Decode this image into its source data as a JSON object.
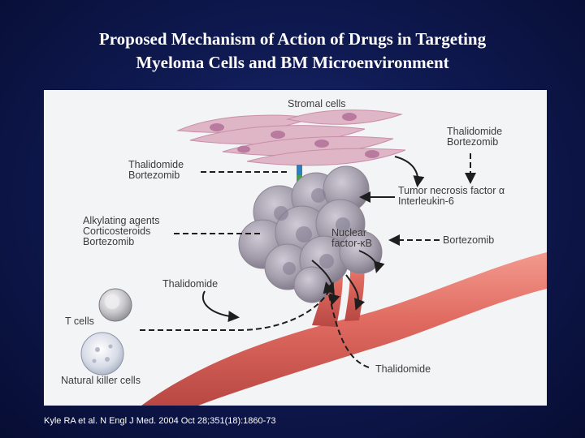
{
  "slide": {
    "title_lines": [
      "Proposed Mechanism of Action of Drugs in Targeting",
      "Myeloma Cells and BM Microenvironment"
    ],
    "citation": "Kyle RA et al. N Engl J Med. 2004 Oct 28;351(18):1860-73"
  },
  "diagram": {
    "stromal_cells": "Stromal cells",
    "thal_bort_right": [
      "Thalidomide",
      "Bortezomib"
    ],
    "thal_bort_left": [
      "Thalidomide",
      "Bortezomib"
    ],
    "tnf_il6": [
      "Tumor necrosis factor α",
      "Interleukin-6"
    ],
    "alkylating": [
      "Alkylating agents",
      "Corticosteroids",
      "Bortezomib"
    ],
    "nfkb": [
      "Nuclear",
      "factor-κB"
    ],
    "bortezomib_right": "Bortezomib",
    "thalidomide_mid": "Thalidomide",
    "t_cells": "T cells",
    "nk_cells": "Natural killer cells",
    "thalidomide_bottom": "Thalidomide"
  },
  "colors": {
    "background": "#0f1a52",
    "title": "#ffffff",
    "figure_bg": "#f3f4f6",
    "stromal": "#dfb6c6",
    "myeloma": "#a49eac",
    "vessel": "#e46a62",
    "label": "#3b3b3b"
  }
}
